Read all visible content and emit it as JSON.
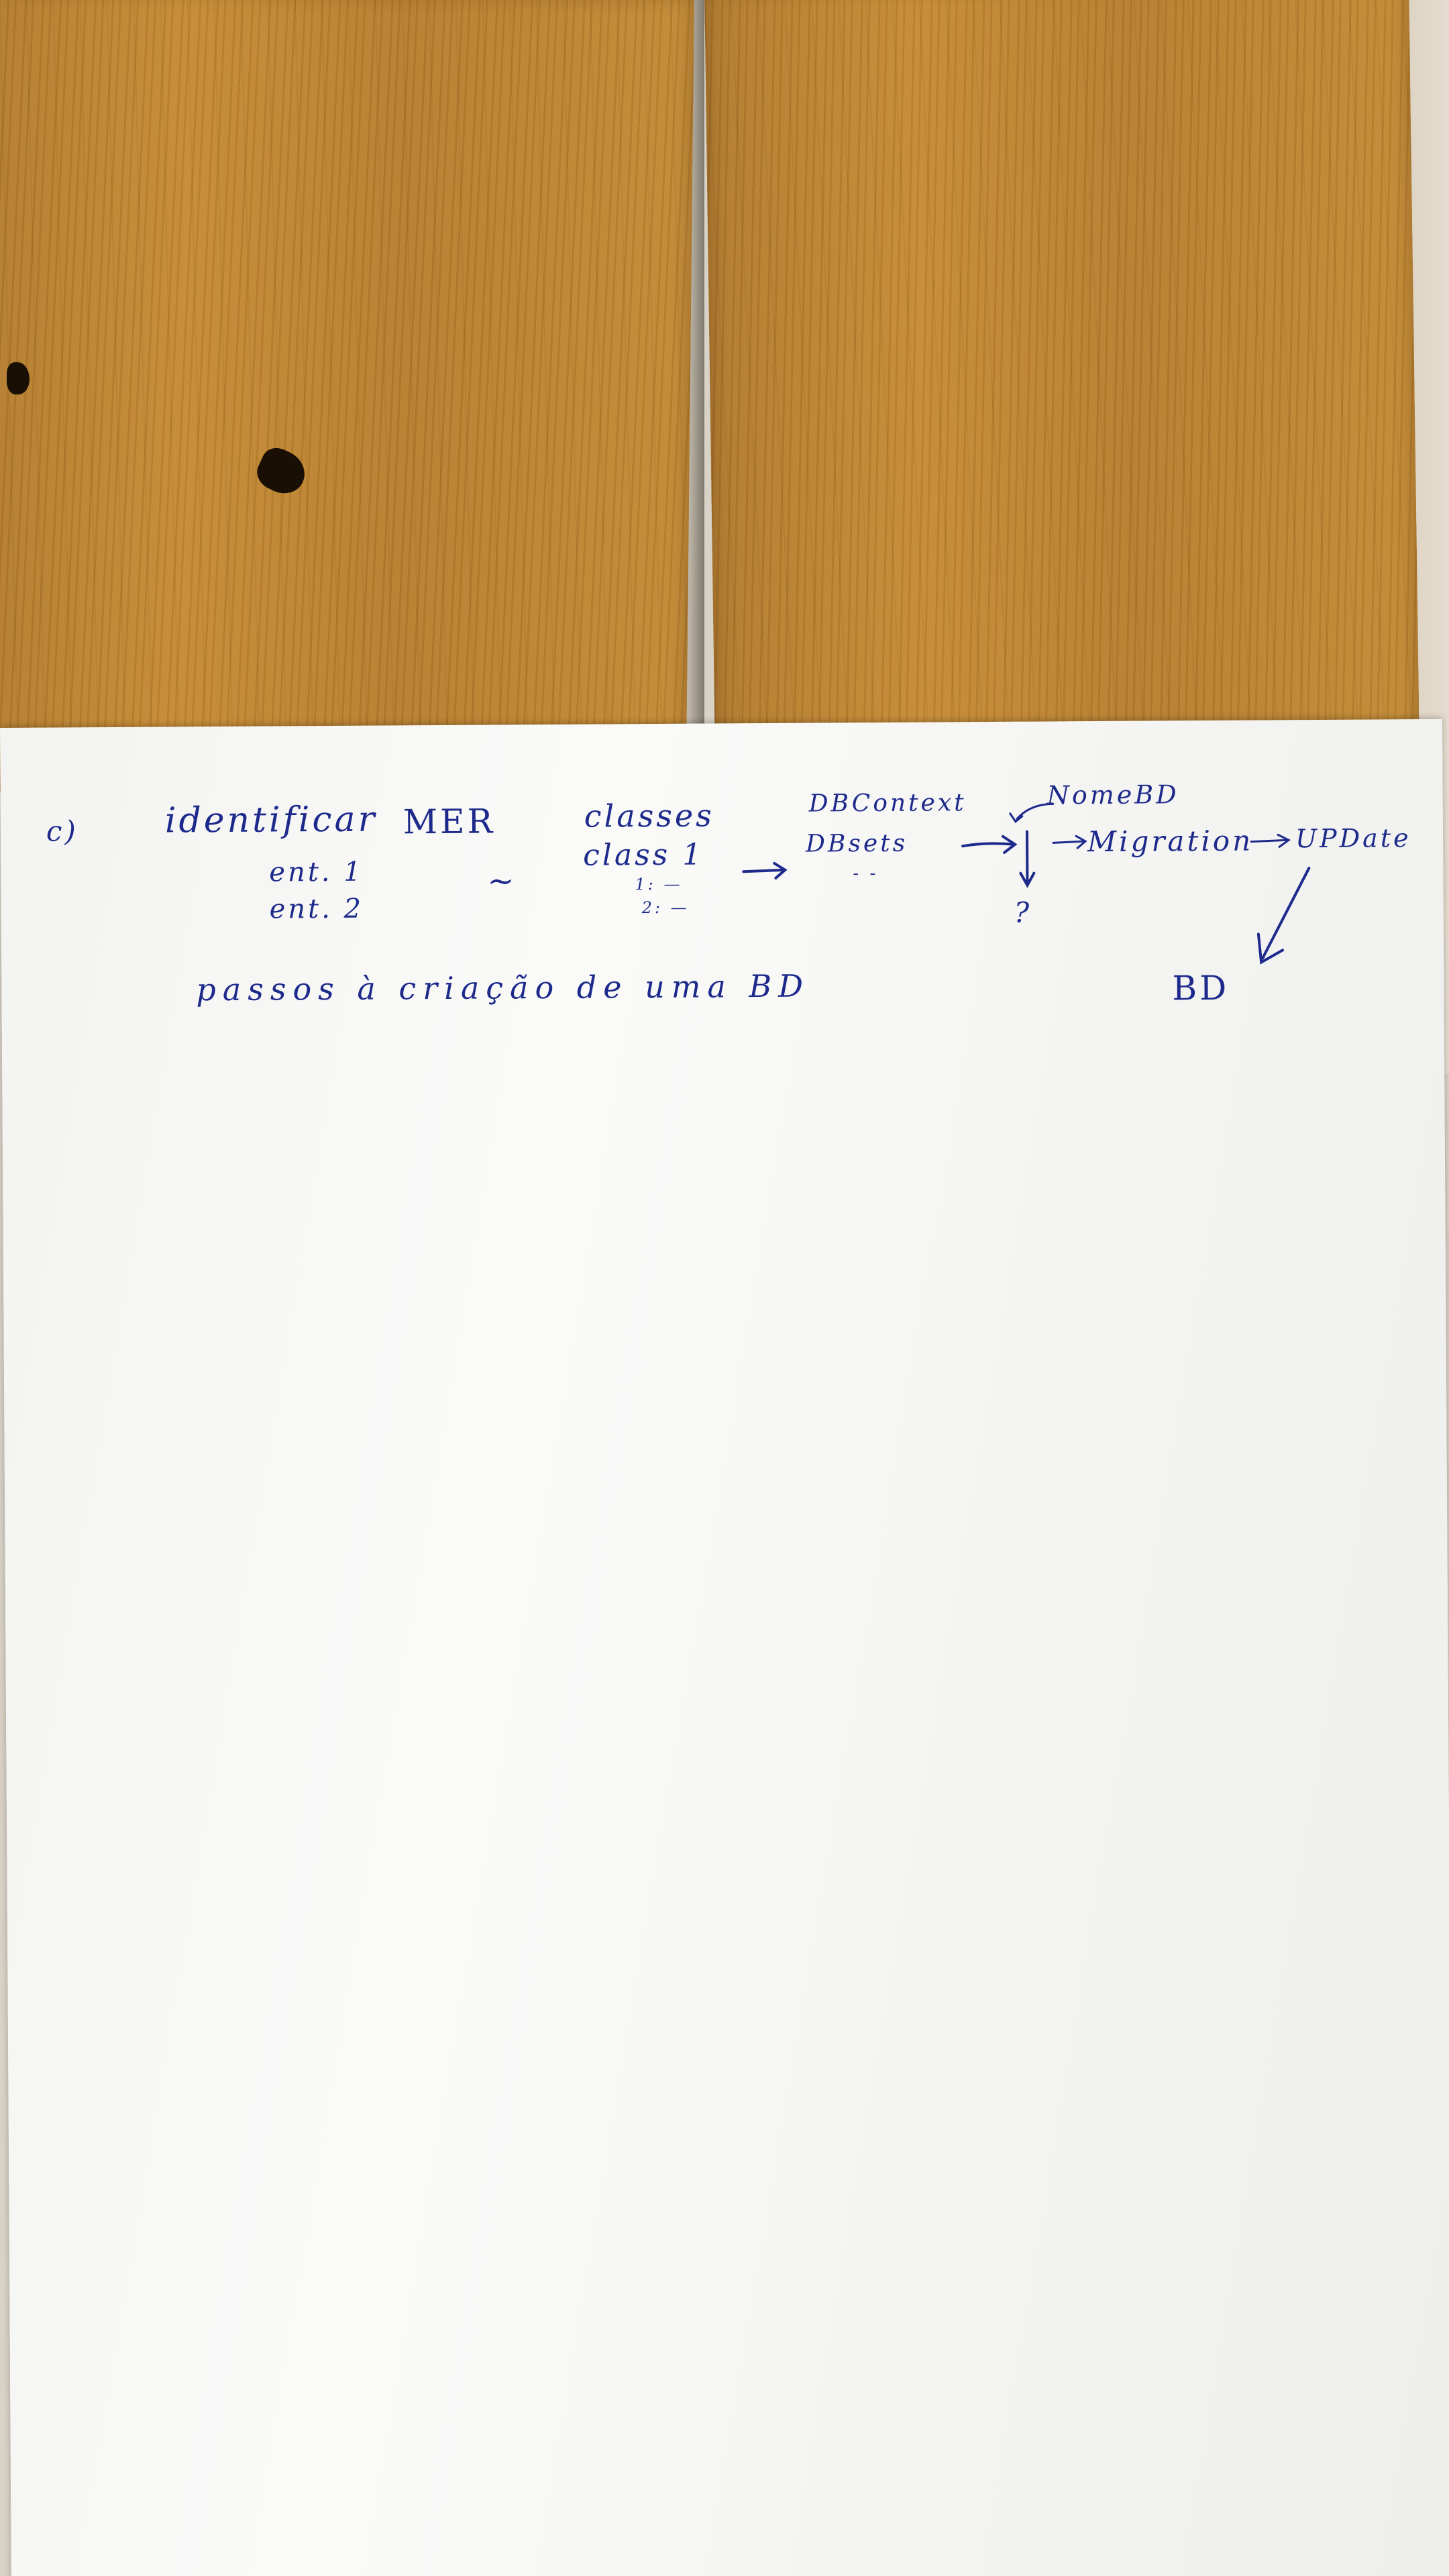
{
  "notes": {
    "item_label": "c)",
    "identify": "identificar",
    "mer": "MER",
    "entities": [
      "ent. 1",
      "ent. 2"
    ],
    "classes_heading": "classes",
    "class_line": "class 1",
    "attr_lines": [
      "1: —",
      "2: —"
    ],
    "dbcontext": "DBContext",
    "dbsets": "DBsets",
    "dbsets_dash": "- -",
    "nome_bd": "NomeBD",
    "question_mark": "?",
    "migration": "Migration",
    "update": "UPDate",
    "bd": "BD",
    "steps_caption": "passos à criação de uma BD"
  },
  "colors": {
    "ink": "#1d2a8c",
    "wood": "#c48a35",
    "paper": "#f7f7f5"
  }
}
